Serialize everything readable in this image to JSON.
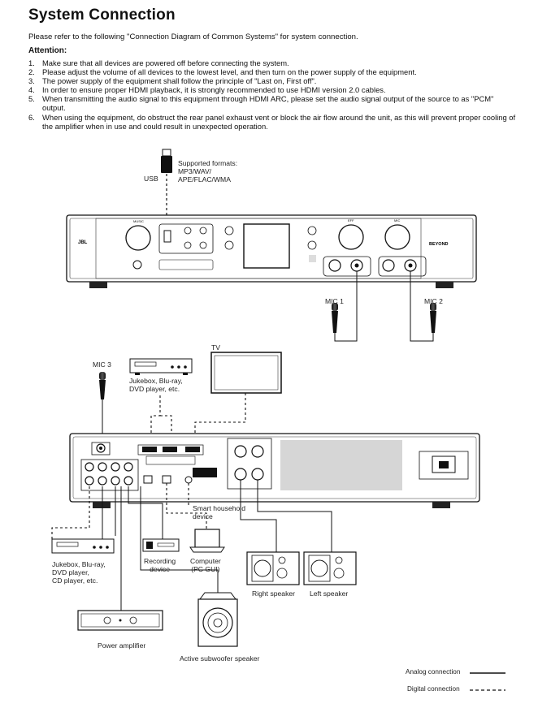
{
  "title": "System Connection",
  "intro": "Please refer to the following \"Connection Diagram of Common Systems\" for system connection.",
  "attention_heading": "Attention:",
  "notes": [
    {
      "num": "1.",
      "text": "Make sure that all devices are powered off before connecting the system."
    },
    {
      "num": "2.",
      "text": "Please adjust the volume of all devices to the lowest level, and then turn on the power supply of the equipment."
    },
    {
      "num": "3.",
      "text": "The power supply of the equipment shall follow the principle of \"Last on, First off\"."
    },
    {
      "num": "4.",
      "text": "In order to ensure proper HDMI playback, it is strongly recommended to use  HDMI version 2.0 cables."
    },
    {
      "num": "5.",
      "text": "When transmitting the audio signal to this equipment through HDMI ARC, please set the audio signal output of the source to as \"PCM\" output."
    },
    {
      "num": "6.",
      "text": "When using the equipment, do obstruct the rear panel exhaust vent or block the air flow around the unit, as this will prevent proper cooling of the amplifier when in use and could result in unexpected operation."
    }
  ],
  "labels": {
    "usb": "USB",
    "supported_formats": "Supported formats:\nMP3/WAV/\nAPE/FLAC/WMA",
    "mic1": "MIC 1",
    "mic2": "MIC 2",
    "mic3": "MIC 3",
    "tv": "TV",
    "jukebox_top": "Jukebox, Blu-ray,\nDVD player, etc.",
    "jukebox_bottom": "Jukebox, Blu-ray,\nDVD player,\nCD player, etc.",
    "recording": "Recording\ndevice",
    "computer": "Computer\n(PC GUI)",
    "smart": "Smart household\ndevice",
    "right_speaker": "Right speaker",
    "left_speaker": "Left speaker",
    "power_amp": "Power amplifier",
    "subwoofer": "Active subwoofer speaker"
  },
  "front_panel": {
    "brand": "JBL",
    "knob_music": "MUSIC",
    "knob_eff": "EFF",
    "knob_mic": "MIC",
    "model": "BEYOND"
  },
  "legend": {
    "analog": "Analog connection",
    "digital": "Digital connection"
  }
}
